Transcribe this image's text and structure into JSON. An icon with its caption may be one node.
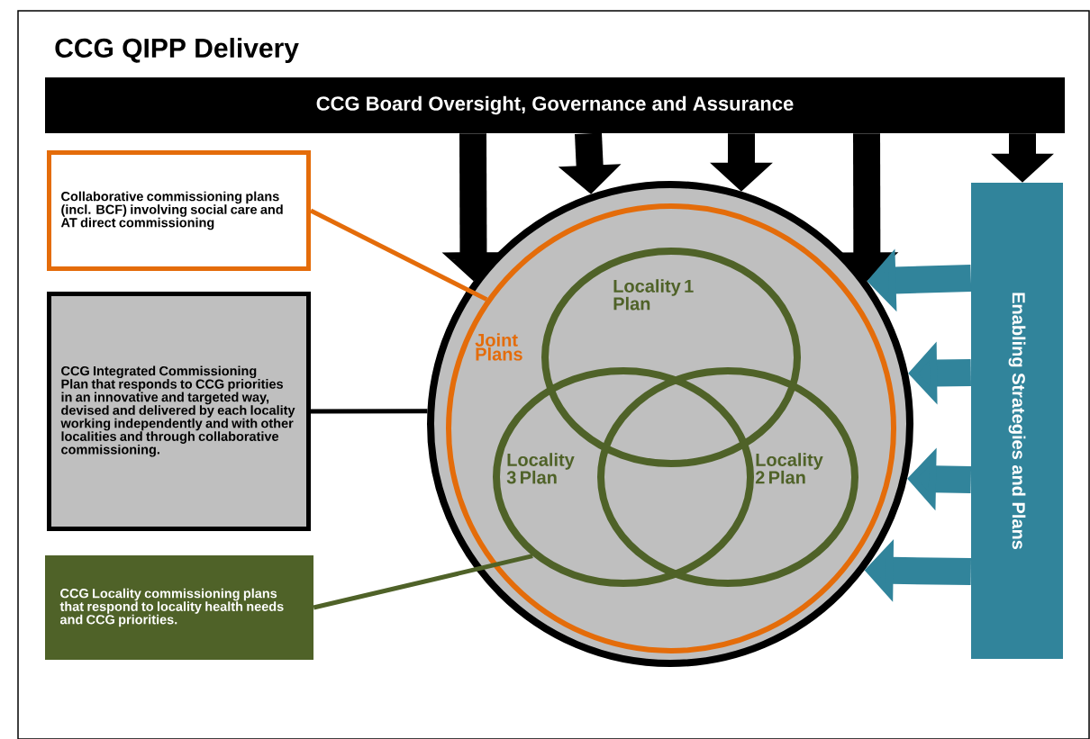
{
  "diagram": {
    "title": "CCG QIPP Delivery",
    "nodes": [
      {
        "text": [
          "CCG Board Oversight, Governance and Assurance"
        ]
      },
      {
        "text": [
          "Collaborative commissioning plans (incl. BCF) involving social care and AT direct commissioning"
        ]
      },
      {
        "text": [
          "CCG Integrated Commissioning Plan that responds to CCG priorities in an innovative and targeted way, devised and delivered by each locality working independently and with other localities and through collaborative commissioning."
        ]
      },
      {
        "text": [
          "CCG Locality commissioning plans that respond to locality health needs and CCG priorities."
        ]
      },
      {
        "text": [],
        "shape": "circle"
      },
      {
        "text": [
          "Joint Plans"
        ],
        "in": 4
      },
      {
        "text": [
          "Locality 1 Plan"
        ],
        "in": 5
      },
      {
        "text": [
          "Locality 3 Plan"
        ],
        "in": 5
      },
      {
        "text": [
          "Locality 2 Plan"
        ],
        "in": 5
      },
      {
        "text": [
          "Enabling Strategies and Plans"
        ]
      }
    ],
    "edges": [
      {
        "from": 0,
        "to": 4,
        "arrow": "to"
      },
      {
        "from": 0,
        "to": 4,
        "arrow": "to"
      },
      {
        "from": 0,
        "to": 4,
        "arrow": "to"
      },
      {
        "from": 0,
        "to": 4,
        "arrow": "to"
      },
      {
        "from": 0,
        "to": 9,
        "arrow": "to"
      },
      {
        "from": 9,
        "to": 4,
        "arrow": "to",
        "color": "#31849b"
      },
      {
        "from": 9,
        "to": 4,
        "arrow": "to",
        "color": "#31849b"
      },
      {
        "from": 9,
        "to": 4,
        "arrow": "to",
        "color": "#31849b"
      },
      {
        "from": 9,
        "to": 4,
        "arrow": "to",
        "color": "#31849b"
      },
      {
        "from": 1,
        "to": 5,
        "arrow": "none",
        "color": "#e46c0a"
      },
      {
        "from": 2,
        "to": 4,
        "arrow": "none"
      },
      {
        "from": 3,
        "to": 7,
        "arrow": "none",
        "color": "#4f6228"
      }
    ]
  }
}
